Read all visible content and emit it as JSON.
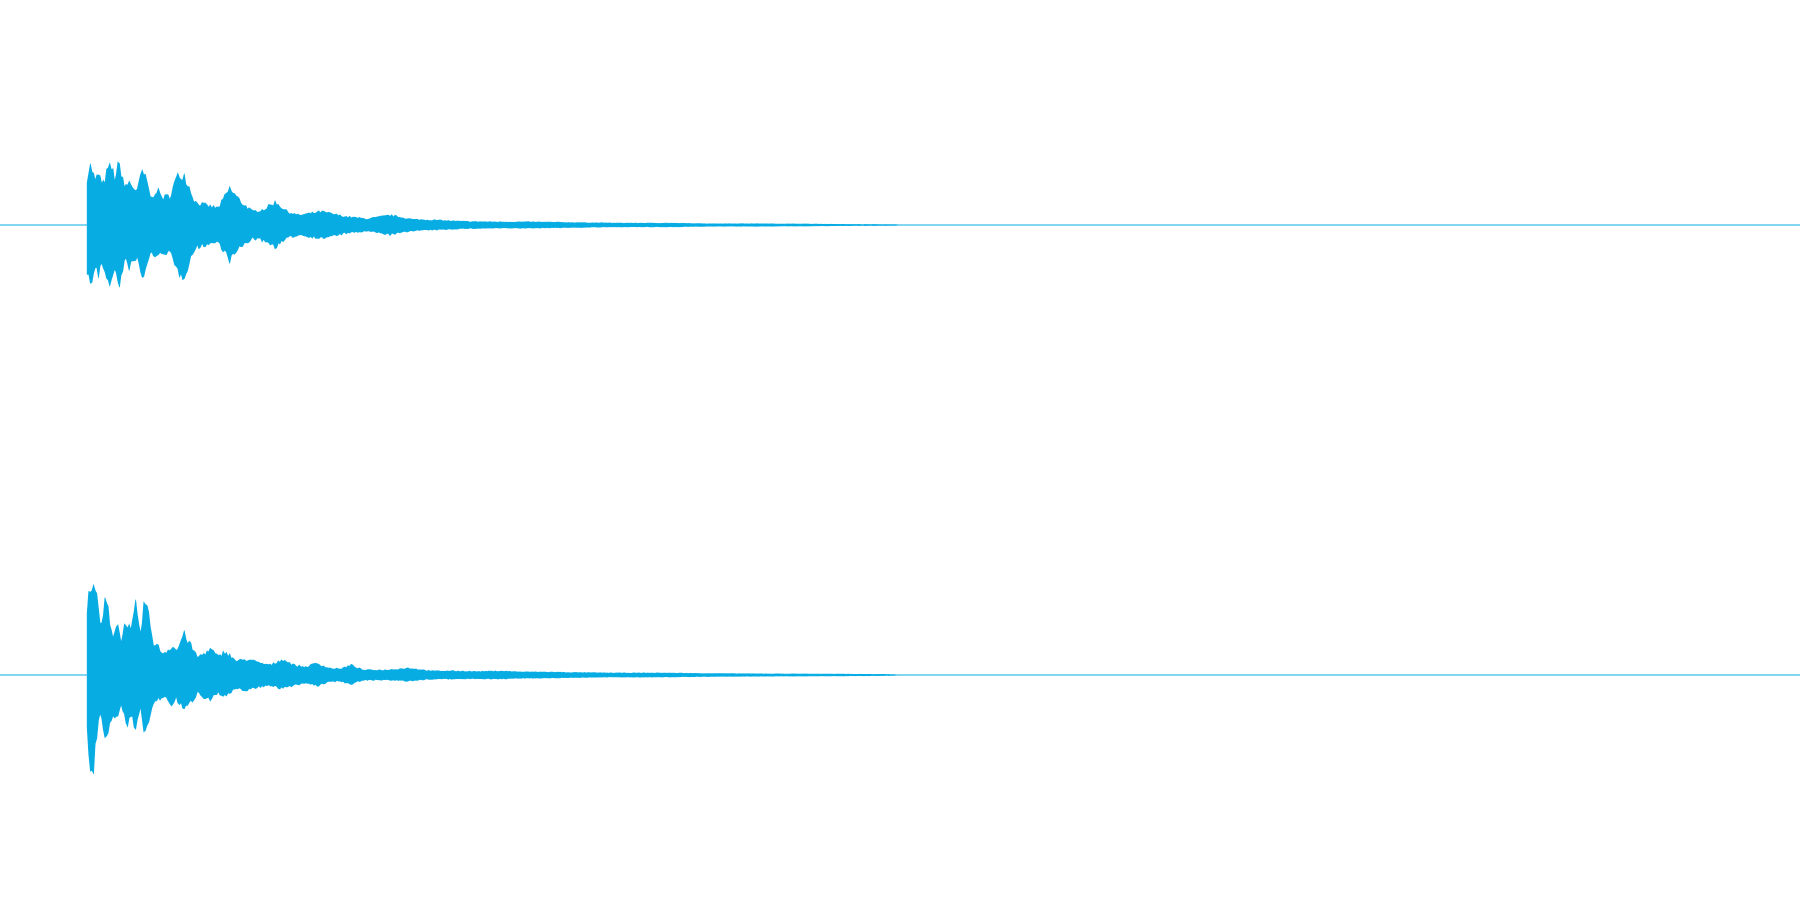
{
  "chart_data": {
    "type": "area",
    "style": "waveform",
    "channel_count": 2,
    "waveform_color": "#07ace3",
    "background_color": "#ffffff",
    "grid": false,
    "legend": "none",
    "x_range": [
      0,
      1
    ],
    "y_range": [
      -1,
      1
    ],
    "series": [
      {
        "channel": 1,
        "envelope": {
          "x": [
            0.0484,
            0.05,
            0.0511,
            0.053,
            0.0549,
            0.0568,
            0.0587,
            0.06,
            0.0619,
            0.0638,
            0.066,
            0.0676,
            0.0695,
            0.0714,
            0.074,
            0.0765,
            0.0791,
            0.0816,
            0.0842,
            0.0867,
            0.0905,
            0.0943,
            0.0982,
            0.102,
            0.1084,
            0.1148,
            0.1212,
            0.1276,
            0.1339,
            0.1403,
            0.1467,
            0.1531,
            0.1595,
            0.1659,
            0.1786,
            0.1914,
            0.2041,
            0.2168,
            0.2296,
            0.2423,
            0.2551,
            0.2742,
            0.2934,
            0.3189,
            0.3444,
            0.3699,
            0.3954,
            0.4209,
            0.4464,
            0.4719,
            0.4974,
            0.5,
            1.0
          ],
          "upper": [
            0.8,
            0.98,
            0.92,
            0.7,
            0.88,
            0.62,
            0.8,
            0.92,
            0.95,
            0.78,
            1.0,
            0.88,
            0.58,
            0.72,
            0.62,
            0.58,
            0.9,
            0.7,
            0.42,
            0.6,
            0.45,
            0.48,
            0.78,
            0.86,
            0.38,
            0.32,
            0.28,
            0.6,
            0.38,
            0.22,
            0.26,
            0.38,
            0.22,
            0.16,
            0.22,
            0.14,
            0.1,
            0.16,
            0.09,
            0.08,
            0.06,
            0.05,
            0.05,
            0.04,
            0.03,
            0.03,
            0.02,
            0.02,
            0.015,
            0.01,
            0.008,
            0.0,
            0.0
          ],
          "lower": [
            -0.75,
            -0.98,
            -0.9,
            -0.68,
            -0.86,
            -0.6,
            -0.82,
            -0.9,
            -0.95,
            -0.76,
            -0.98,
            -0.86,
            -0.58,
            -0.7,
            -0.62,
            -0.56,
            -0.88,
            -0.7,
            -0.4,
            -0.58,
            -0.44,
            -0.46,
            -0.76,
            -0.84,
            -0.38,
            -0.32,
            -0.28,
            -0.58,
            -0.36,
            -0.22,
            -0.26,
            -0.36,
            -0.22,
            -0.16,
            -0.22,
            -0.14,
            -0.1,
            -0.16,
            -0.09,
            -0.08,
            -0.06,
            -0.05,
            -0.05,
            -0.04,
            -0.03,
            -0.03,
            -0.02,
            -0.02,
            -0.015,
            -0.01,
            -0.008,
            0.0,
            0.0
          ]
        }
      },
      {
        "channel": 2,
        "envelope": {
          "x": [
            0.0484,
            0.0503,
            0.0522,
            0.0542,
            0.0561,
            0.058,
            0.06,
            0.0625,
            0.0651,
            0.0676,
            0.0702,
            0.0727,
            0.0753,
            0.0778,
            0.0804,
            0.0829,
            0.0855,
            0.088,
            0.0906,
            0.0931,
            0.0957,
            0.0982,
            0.102,
            0.1059,
            0.1097,
            0.1135,
            0.1173,
            0.1212,
            0.125,
            0.1314,
            0.1378,
            0.1441,
            0.1505,
            0.1569,
            0.1633,
            0.1697,
            0.176,
            0.1824,
            0.1888,
            0.1952,
            0.2016,
            0.2143,
            0.227,
            0.2398,
            0.2525,
            0.2653,
            0.278,
            0.2908,
            0.3035,
            0.3163,
            0.3418,
            0.3673,
            0.3928,
            0.4183,
            0.4438,
            0.4693,
            0.4948,
            0.5,
            1.0
          ],
          "upper": [
            0.6,
            0.98,
            0.95,
            0.7,
            0.45,
            0.72,
            0.68,
            0.4,
            0.52,
            0.35,
            0.58,
            0.42,
            0.7,
            0.38,
            0.78,
            0.55,
            0.32,
            0.28,
            0.22,
            0.25,
            0.3,
            0.24,
            0.42,
            0.3,
            0.18,
            0.22,
            0.26,
            0.18,
            0.24,
            0.14,
            0.16,
            0.12,
            0.1,
            0.16,
            0.1,
            0.08,
            0.12,
            0.07,
            0.06,
            0.1,
            0.05,
            0.05,
            0.07,
            0.04,
            0.04,
            0.035,
            0.04,
            0.03,
            0.03,
            0.025,
            0.02,
            0.02,
            0.015,
            0.012,
            0.01,
            0.008,
            0.006,
            0.0,
            0.0
          ],
          "lower": [
            -0.55,
            -1.0,
            -0.95,
            -0.5,
            -0.35,
            -0.62,
            -0.55,
            -0.38,
            -0.5,
            -0.3,
            -0.52,
            -0.38,
            -0.6,
            -0.34,
            -0.58,
            -0.45,
            -0.28,
            -0.25,
            -0.22,
            -0.24,
            -0.3,
            -0.24,
            -0.36,
            -0.28,
            -0.18,
            -0.22,
            -0.24,
            -0.18,
            -0.22,
            -0.14,
            -0.15,
            -0.12,
            -0.1,
            -0.14,
            -0.1,
            -0.08,
            -0.11,
            -0.07,
            -0.06,
            -0.09,
            -0.05,
            -0.05,
            -0.06,
            -0.04,
            -0.04,
            -0.035,
            -0.04,
            -0.03,
            -0.03,
            -0.025,
            -0.02,
            -0.02,
            -0.015,
            -0.012,
            -0.01,
            -0.008,
            -0.006,
            0.0,
            0.0
          ]
        }
      }
    ]
  }
}
